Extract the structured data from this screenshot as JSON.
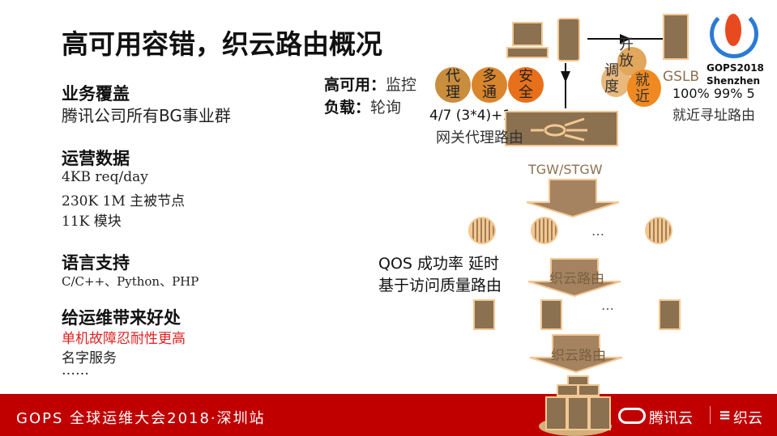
{
  "title": "高可用容错，织云路由概况",
  "left": {
    "s1": {
      "heading": "业务覆盖",
      "lines": [
        "腾讯公司所有BG事业群"
      ]
    },
    "s2": {
      "heading": "运营数据",
      "lines": [
        "4KB req/day",
        "230K 1M 主被节点",
        "11K 模块"
      ]
    },
    "s3": {
      "heading": "语言支持",
      "lines": [
        "C/C++、Python、PHP"
      ]
    },
    "s4": {
      "heading": "给运维带来好处",
      "lines": [
        "单机故障忍耐性更高",
        "名字服务",
        "……"
      ]
    }
  },
  "diagram": {
    "ha_label": "高可用：",
    "ha_value": "监控",
    "lb_label": "负载：",
    "lb_value": "轮询",
    "circles": [
      {
        "t1": "代",
        "t2": "理",
        "color": "#c98d3e"
      },
      {
        "t1": "多",
        "t2": "通",
        "color": "#d9852c"
      },
      {
        "t1": "安",
        "t2": "全",
        "color": "#e8701a"
      }
    ],
    "ratio": "4/7   (3*4)+1",
    "gateway": "网关代理路由",
    "gears": [
      "开放",
      "调度",
      "就近"
    ],
    "gslb": "GSLB",
    "gslb_stats": "100% 99%  5",
    "gslb_desc": "就近寻址路由",
    "tgw": "TGW/STGW",
    "ellipsis": "…",
    "qos1": "QOS 成功率 延时",
    "qos2": "基于访问质量路由",
    "route_label": "织云路由"
  },
  "logo": {
    "name": "GOPS2018",
    "city": "Shenzhen"
  },
  "footer": {
    "event": "GOPS 全球运维大会2018·深圳站",
    "brand1": "腾讯云",
    "brand2": "织云"
  },
  "colors": {
    "device": "#8b7150",
    "outline": "#f3c894",
    "footer": "#c00000"
  }
}
